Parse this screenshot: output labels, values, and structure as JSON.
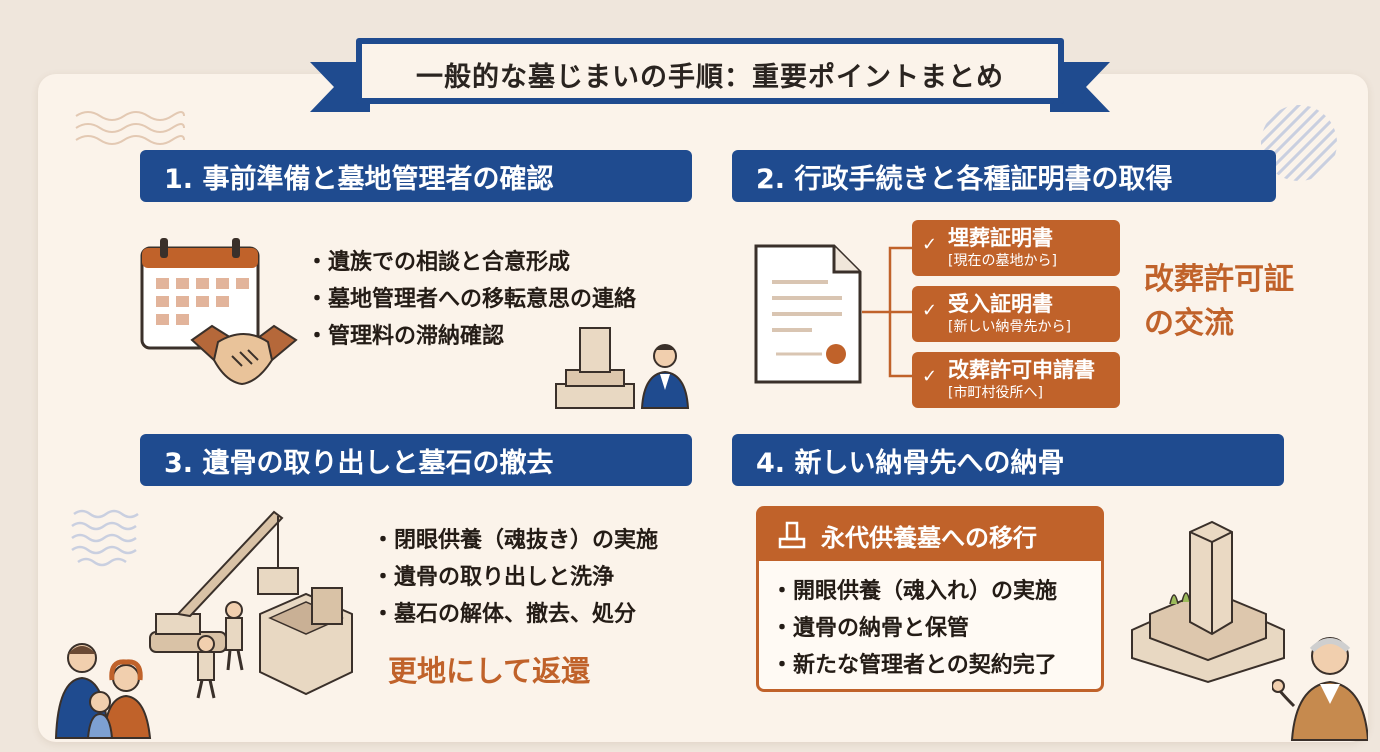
{
  "title": "一般的な墓じまいの手順：重要ポイントまとめ",
  "sections": [
    {
      "heading": "1. 事前準備と墓地管理者の確認",
      "bullets": [
        "遺族での相談と合意形成",
        "墓地管理者への移転意思の連絡",
        "管理料の滞納確認"
      ]
    },
    {
      "heading": "2. 行政手続きと各種証明書の取得",
      "certificates": [
        {
          "name": "埋葬証明書",
          "note": "[現在の墓地から]"
        },
        {
          "name": "受入証明書",
          "note": "[新しい納骨先から]"
        },
        {
          "name": "改葬許可申請書",
          "note": "[市町村役所へ]"
        }
      ],
      "result_line1": "改葬許可証",
      "result_line2": "の交流"
    },
    {
      "heading": "3. 遺骨の取り出しと墓石の撤去",
      "bullets": [
        "閉眼供養（魂抜き）の実施",
        "遺骨の取り出しと洗浄",
        "墓石の解体、撤去、処分"
      ],
      "result": "更地にして返還"
    },
    {
      "heading": "4. 新しい納骨先への納骨",
      "box_title": "永代供養墓への移行",
      "bullets": [
        "開眼供養（魂入れ）の実施",
        "遺骨の納骨と保管",
        "新たな管理者との契約完了"
      ]
    }
  ],
  "icons": [
    "calendar-icon",
    "handshake-icon",
    "grave-icon",
    "staff-icon",
    "document-icon",
    "seal-icon",
    "crane-icon",
    "worker-icon",
    "family-icon",
    "monument-icon",
    "elder-icon"
  ],
  "colors": {
    "navy": "#1f4b8f",
    "orange": "#c0622a",
    "board": "#fbf3ea",
    "background": "#efe6dc"
  }
}
